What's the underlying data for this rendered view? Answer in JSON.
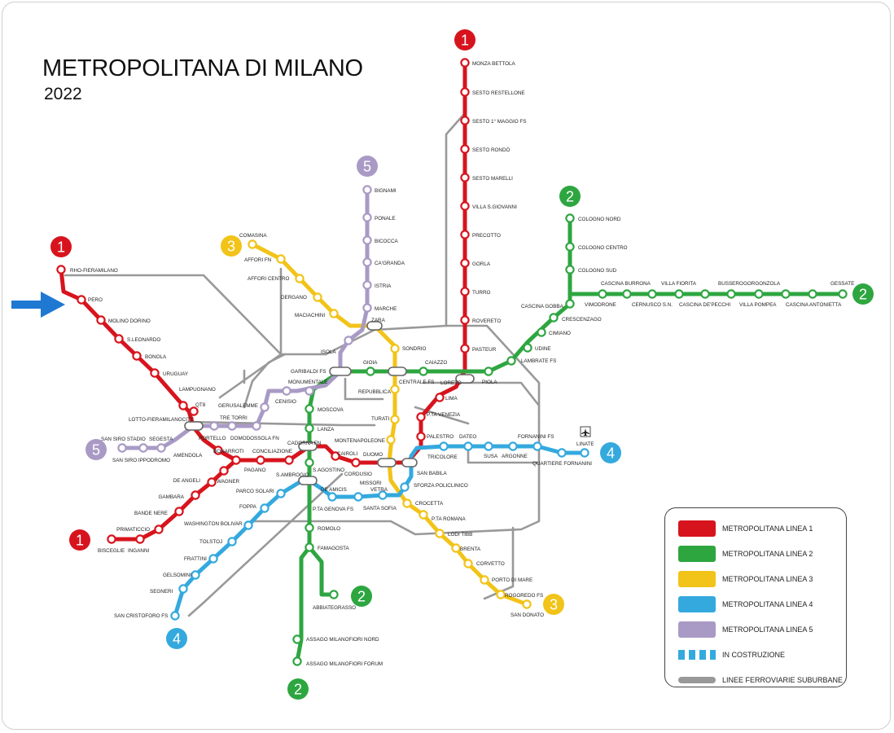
{
  "map": {
    "title": "METROPOLITANA DI MILANO",
    "year": "2022",
    "colors": {
      "line1": "#d7141d",
      "line2": "#2ea640",
      "line3": "#f2c318",
      "line4": "#34a9de",
      "line5": "#a99ac5",
      "suburban": "#999999",
      "arrow": "#1f78d2"
    },
    "arrow_icon": "arrow-right-icon",
    "airport_icon": "airplane-icon",
    "terminus_badges": {
      "line1_north": "1",
      "line1_west": "1",
      "line1_south": "1",
      "line2_east": "2",
      "line2_north": "2",
      "line2_abbiategrasso": "2",
      "line2_assago": "2",
      "line3_north": "3",
      "line3_south": "3",
      "line4_east": "4",
      "line4_south": "4",
      "line5_north": "5",
      "line5_west": "5"
    },
    "stations": {
      "monza_bettola": "MONZA BETTOLA",
      "sesto_restellone": "SESTO RESTELLONE",
      "sesto_1_maggio": "SESTO 1° MAGGIO FS",
      "sesto_rondo": "SESTO RONDÒ",
      "sesto_marelli": "SESTO MARELLI",
      "villa_s_giovanni": "VILLA S.GIOVANNI",
      "precotto": "PRECOTTO",
      "gorla": "GORLA",
      "turro": "TURRO",
      "rovereto": "ROVERETO",
      "pasteur": "PASTEUR",
      "loreto": "LORETO",
      "lima": "LIMA",
      "pta_venezia": "P.TA VENEZIA",
      "palestro": "PALESTRO",
      "san_babila": "SAN BABILA",
      "duomo": "DUOMO",
      "cordusio": "CORDUSIO",
      "cairoli": "CAIROLI",
      "cadorna_fn": "CADORNA FN",
      "conciliazione": "CONCILIAZIONE",
      "pagano": "PAGANO",
      "buonarroti": "BONARROTI",
      "amendola": "AMENDOLA",
      "lotto": "LOTTO-FIERAMILANOCITY",
      "qt8": "QT8",
      "lampugnano": "LAMPUGNANO",
      "uruguay": "URUGUAY",
      "bonola": "BONOLA",
      "s_leonardo": "S.LEONARDO",
      "molino_dorino": "MOLINO DORINO",
      "pero": "PERO",
      "rho_fieramilano": "RHO-FIERAMILANO",
      "wagner": "WAGNER",
      "de_angeli": "DE ANGELI",
      "gambara": "GAMBARA",
      "bande_nere": "BANDE NERE",
      "primaticcio": "PRIMATICCIO",
      "bisceglie": "BISCEGLIE",
      "inganni": "INGANNI",
      "gessate": "GESSATE",
      "cascina_antonietta": "CASCINA ANTONIETTA",
      "gorgonzola": "GORGONZOLA",
      "villa_pompea": "VILLA POMPEA",
      "bussero": "BUSSERO",
      "cascina_de_pecchi": "CASCINA DE'PECCHI",
      "villa_fiorita": "VILLA FIORITA",
      "cernusco": "CERNUSCO S.N.",
      "cascina_burrona": "CASCINA BURRONA",
      "vimodrone": "VIMODRONE",
      "cologno_nord": "COLOGNO NORD",
      "cologno_centro": "COLOGNO CENTRO",
      "cologno_sud": "COLOGNO SUD",
      "cascina_gobba": "CASCINA GOBBA",
      "crescenzago": "CRESCENZAGO",
      "cimiano": "CIMIANO",
      "udine": "UDINE",
      "lambrate": "LAMBRATE FS",
      "piola": "PIOLA",
      "caiazzo": "CAIAZZO",
      "centrale": "CENTRALE FS",
      "gioia": "GIOIA",
      "garibaldi": "GARIBALDI FS",
      "moscova": "MOSCOVA",
      "lanza": "LANZA",
      "s_ambrogio": "S.AMBROGIO",
      "s_agostino": "S.AGOSTINO",
      "pta_genova": "P.TA GENOVA FS",
      "romolo": "ROMOLO",
      "famagosta": "FAMAGOSTA",
      "abbiategrasso": "ABBIATEGRASSO",
      "assago_nord": "ASSAGO MILANOFIORI NORD",
      "assago_forum": "ASSAGO MILANOFIORI FORUM",
      "comasina": "COMASINA",
      "affori_fn": "AFFORI FN",
      "affori_centro": "AFFORI CENTRO",
      "dergano": "DERGANO",
      "maciachini": "MACIACHINI",
      "zara": "ZARA",
      "sondrio": "SONDRIO",
      "repubblica": "REPUBBLICA",
      "turati": "TURATI",
      "montenapoleone": "MONTENAPOLEONE",
      "missori": "MISSORI",
      "crocetta": "CROCETTA",
      "pta_romana": "P.TA ROMANA",
      "lodi_tibb": "LODI TIBB",
      "brenta": "BRENTA",
      "corvetto": "CORVETTO",
      "porto_di_mare": "PORTO DI MARE",
      "rogoredo": "ROGOREDO FS",
      "san_donato": "SAN DONATO",
      "bignami": "BIGNAMI",
      "ponale": "PONALE",
      "bicocca": "BICOCCA",
      "ca_granda": "CA'GRANDA",
      "istria": "ISTRIA",
      "marche": "MARCHE",
      "isola": "ISOLA",
      "monumentale": "MONUMENTALE",
      "cenisio": "CENISIO",
      "gerusalemme": "GERUSALEMME",
      "domodossola": "DOMODOSSOLA FN",
      "tre_torri": "TRE TORRI",
      "portello": "PORTELLO",
      "segesta": "SEGESTA",
      "san_siro_stadio": "SAN SIRO STADIO",
      "san_siro_ippodromo": "SAN SIRO IPPODROMO",
      "linate": "LINATE",
      "fornanini": "FORNANINI FS",
      "quartiere_fornanini": "QUARTIERE FORNANINI",
      "argonne": "ARGONNE",
      "susa": "SUSA",
      "dateo": "DATEO",
      "tricolore": "TRICOLORE",
      "sforza_policlinico": "SFORZA POLICLINICO",
      "santa_sofia": "SANTA SOFIA",
      "vetra": "VETRA",
      "de_amicis": "DE AMICIS",
      "parco_solari": "PARCO SOLARI",
      "foppa": "FOPPA",
      "washington_bolivar": "WASHINGTON BOLIVAR",
      "tolstoj": "TOLSTOJ",
      "frattini": "FRATTINI",
      "gelsomini": "GELSOMINI",
      "segneri": "SEGNERI",
      "san_cristoforo": "SAN CRISTOFORO FS"
    }
  },
  "legend": {
    "items": [
      {
        "label": "METROPOLITANA LINEA 1",
        "color": "#d7141d",
        "style": "solid"
      },
      {
        "label": "METROPOLITANA LINEA 2",
        "color": "#2ea640",
        "style": "solid"
      },
      {
        "label": "METROPOLITANA LINEA 3",
        "color": "#f2c318",
        "style": "solid"
      },
      {
        "label": "METROPOLITANA LINEA 4",
        "color": "#34a9de",
        "style": "solid"
      },
      {
        "label": "METROPOLITANA LINEA 5",
        "color": "#a99ac5",
        "style": "solid"
      },
      {
        "label": "IN COSTRUZIONE",
        "color": "#34a9de",
        "style": "dashed"
      },
      {
        "label": "LINEE FERROVIARIE SUBURBANE",
        "color": "#999999",
        "style": "thin"
      }
    ]
  }
}
